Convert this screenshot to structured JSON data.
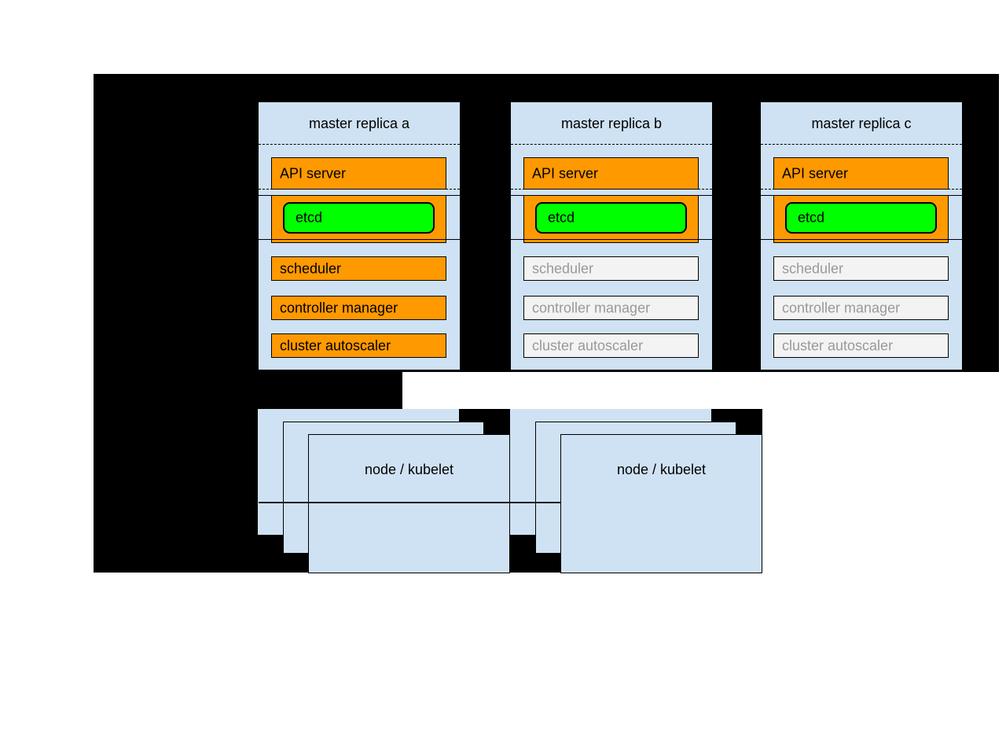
{
  "colors": {
    "canvas-bg": "#ffffff",
    "backdrop": "#000000",
    "panel-blue": "#cfe2f3",
    "active-orange": "#ff9900",
    "etcd-green": "#00ff00",
    "inactive-bg": "#f3f3f3",
    "inactive-text": "#999999",
    "divider": "#1a1a1a"
  },
  "masters": [
    {
      "title": "master replica a",
      "api_server": "API server",
      "etcd": "etcd",
      "components": [
        {
          "label": "scheduler",
          "state": "active"
        },
        {
          "label": "controller manager",
          "state": "active"
        },
        {
          "label": "cluster autoscaler",
          "state": "active"
        }
      ]
    },
    {
      "title": "master replica b",
      "api_server": "API server",
      "etcd": "etcd",
      "components": [
        {
          "label": "scheduler",
          "state": "inactive"
        },
        {
          "label": "controller manager",
          "state": "inactive"
        },
        {
          "label": "cluster autoscaler",
          "state": "inactive"
        }
      ]
    },
    {
      "title": "master replica c",
      "api_server": "API server",
      "etcd": "etcd",
      "components": [
        {
          "label": "scheduler",
          "state": "inactive"
        },
        {
          "label": "controller manager",
          "state": "inactive"
        },
        {
          "label": "cluster autoscaler",
          "state": "inactive"
        }
      ]
    }
  ],
  "nodes": [
    {
      "label": "node / kubelet"
    },
    {
      "label": "node / kubelet"
    }
  ]
}
